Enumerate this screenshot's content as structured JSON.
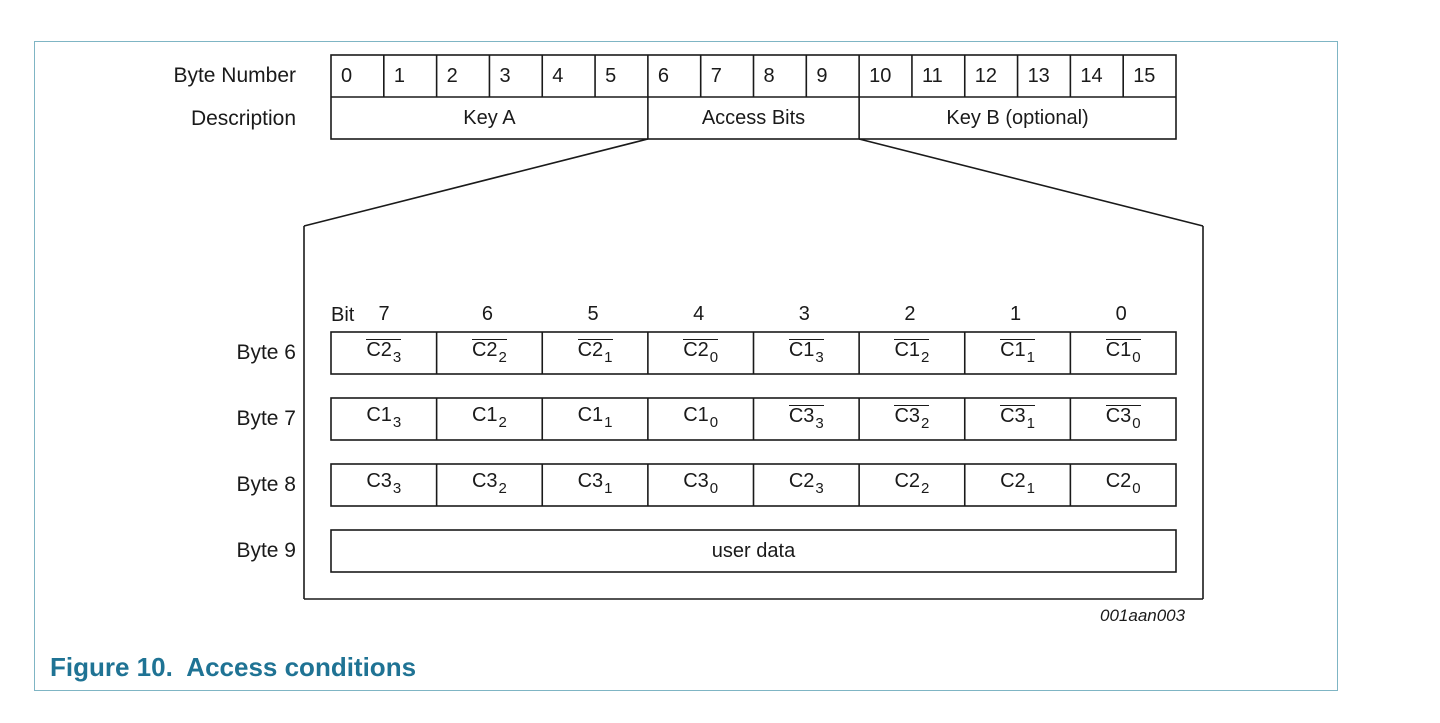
{
  "header": {
    "byte_number_label": "Byte Number",
    "description_label": "Description",
    "byte_numbers": [
      "0",
      "1",
      "2",
      "3",
      "4",
      "5",
      "6",
      "7",
      "8",
      "9",
      "10",
      "11",
      "12",
      "13",
      "14",
      "15"
    ],
    "descriptions": [
      "Key A",
      "Access Bits",
      "Key B (optional)"
    ]
  },
  "detail": {
    "bit_prefix": "Bit",
    "bit_labels": [
      "7",
      "6",
      "5",
      "4",
      "3",
      "2",
      "1",
      "0"
    ],
    "rows": [
      {
        "label": "Byte 6",
        "cells": [
          {
            "base": "C2",
            "sub": "3",
            "bar": true
          },
          {
            "base": "C2",
            "sub": "2",
            "bar": true
          },
          {
            "base": "C2",
            "sub": "1",
            "bar": true
          },
          {
            "base": "C2",
            "sub": "0",
            "bar": true
          },
          {
            "base": "C1",
            "sub": "3",
            "bar": true
          },
          {
            "base": "C1",
            "sub": "2",
            "bar": true
          },
          {
            "base": "C1",
            "sub": "1",
            "bar": true
          },
          {
            "base": "C1",
            "sub": "0",
            "bar": true
          }
        ]
      },
      {
        "label": "Byte 7",
        "cells": [
          {
            "base": "C1",
            "sub": "3",
            "bar": false
          },
          {
            "base": "C1",
            "sub": "2",
            "bar": false
          },
          {
            "base": "C1",
            "sub": "1",
            "bar": false
          },
          {
            "base": "C1",
            "sub": "0",
            "bar": false
          },
          {
            "base": "C3",
            "sub": "3",
            "bar": true
          },
          {
            "base": "C3",
            "sub": "2",
            "bar": true
          },
          {
            "base": "C3",
            "sub": "1",
            "bar": true
          },
          {
            "base": "C3",
            "sub": "0",
            "bar": true
          }
        ]
      },
      {
        "label": "Byte 8",
        "cells": [
          {
            "base": "C3",
            "sub": "3",
            "bar": false
          },
          {
            "base": "C3",
            "sub": "2",
            "bar": false
          },
          {
            "base": "C3",
            "sub": "1",
            "bar": false
          },
          {
            "base": "C3",
            "sub": "0",
            "bar": false
          },
          {
            "base": "C2",
            "sub": "3",
            "bar": false
          },
          {
            "base": "C2",
            "sub": "2",
            "bar": false
          },
          {
            "base": "C2",
            "sub": "1",
            "bar": false
          },
          {
            "base": "C2",
            "sub": "0",
            "bar": false
          }
        ]
      }
    ],
    "byte9": {
      "label": "Byte 9",
      "value": "user data"
    }
  },
  "figure_code": "001aan003",
  "caption": "Figure 10.  Access conditions"
}
